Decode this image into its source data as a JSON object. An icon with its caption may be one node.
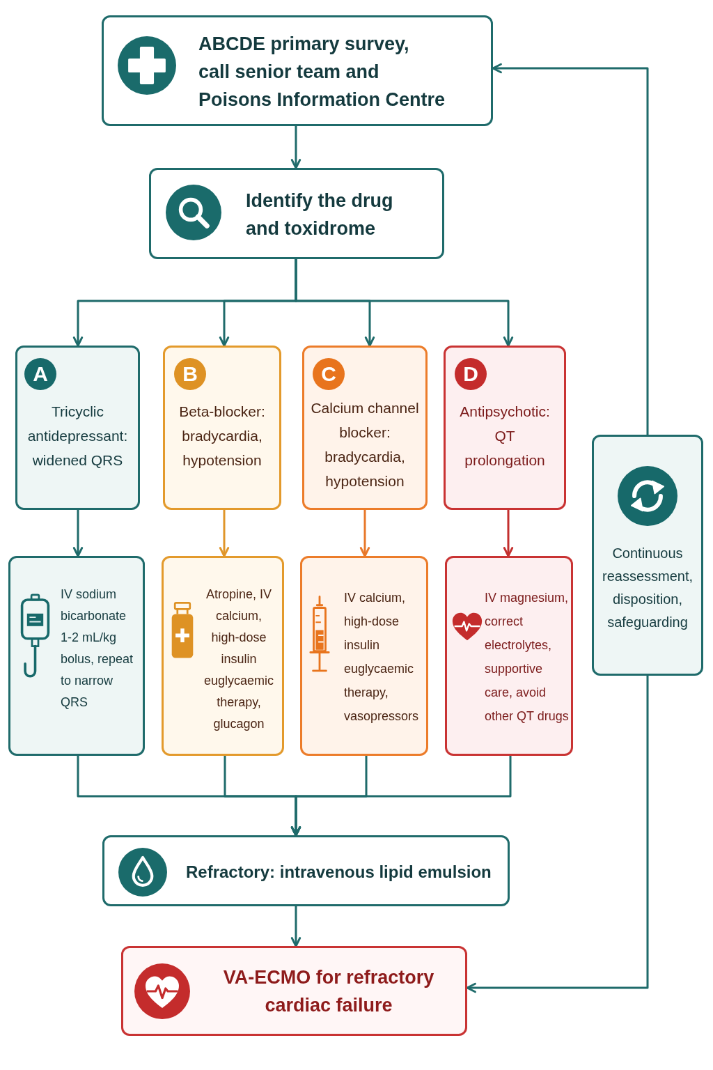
{
  "diagram": {
    "nodes": [
      {
        "text": [
          "ABCDE primary survey, call senior team and Poisons Information Centre"
        ]
      },
      {
        "text": [
          "Identify the drug and toxidrome"
        ]
      },
      {
        "text": [
          "A",
          "Tricyclic antidepressant: widened QRS"
        ]
      },
      {
        "text": [
          "B",
          "Beta-blocker: bradycardia, hypotension"
        ]
      },
      {
        "text": [
          "C",
          "Calcium channel blocker: bradycardia, hypotension"
        ]
      },
      {
        "text": [
          "D",
          "Antipsychotic: QT prolongation"
        ]
      },
      {
        "text": [
          "IV sodium bicarbonate 1-2 mL/kg bolus, repeat to narrow QRS"
        ]
      },
      {
        "text": [
          "Atropine, IV calcium, high-dose insulin euglycaemic therapy, glucagon"
        ]
      },
      {
        "text": [
          "IV calcium, high-dose insulin euglycaemic therapy, vasopressors"
        ]
      },
      {
        "text": [
          "IV magnesium, correct electrolytes, supportive care, avoid other QT drugs"
        ]
      },
      {
        "text": [
          "Refractory: intravenous lipid emulsion"
        ]
      },
      {
        "text": [
          "VA-ECMO for refractory cardiac failure"
        ]
      },
      {
        "text": [
          "Continuous reassessment, disposition, safeguarding"
        ]
      }
    ],
    "edges": [
      {
        "from": 0,
        "to": 1,
        "arrow": "to"
      },
      {
        "from": 1,
        "to": 2,
        "arrow": "to"
      },
      {
        "from": 1,
        "to": 3,
        "arrow": "to"
      },
      {
        "from": 1,
        "to": 4,
        "arrow": "to"
      },
      {
        "from": 1,
        "to": 5,
        "arrow": "to"
      },
      {
        "from": 2,
        "to": 6,
        "arrow": "to"
      },
      {
        "from": 3,
        "to": 7,
        "arrow": "to",
        "color": "#e0962a"
      },
      {
        "from": 4,
        "to": 8,
        "arrow": "to",
        "color": "#e8782a"
      },
      {
        "from": 5,
        "to": 9,
        "arrow": "to",
        "color": "#c3302f"
      },
      {
        "from": 6,
        "to": 10,
        "arrow": "to"
      },
      {
        "from": 7,
        "to": 10,
        "arrow": "to"
      },
      {
        "from": 8,
        "to": 10,
        "arrow": "to"
      },
      {
        "from": 9,
        "to": 10,
        "arrow": "to"
      },
      {
        "from": 10,
        "to": 11,
        "arrow": "to"
      },
      {
        "from": 12,
        "to": 0,
        "arrow": "to"
      },
      {
        "from": 12,
        "to": 11,
        "arrow": "to"
      }
    ]
  }
}
